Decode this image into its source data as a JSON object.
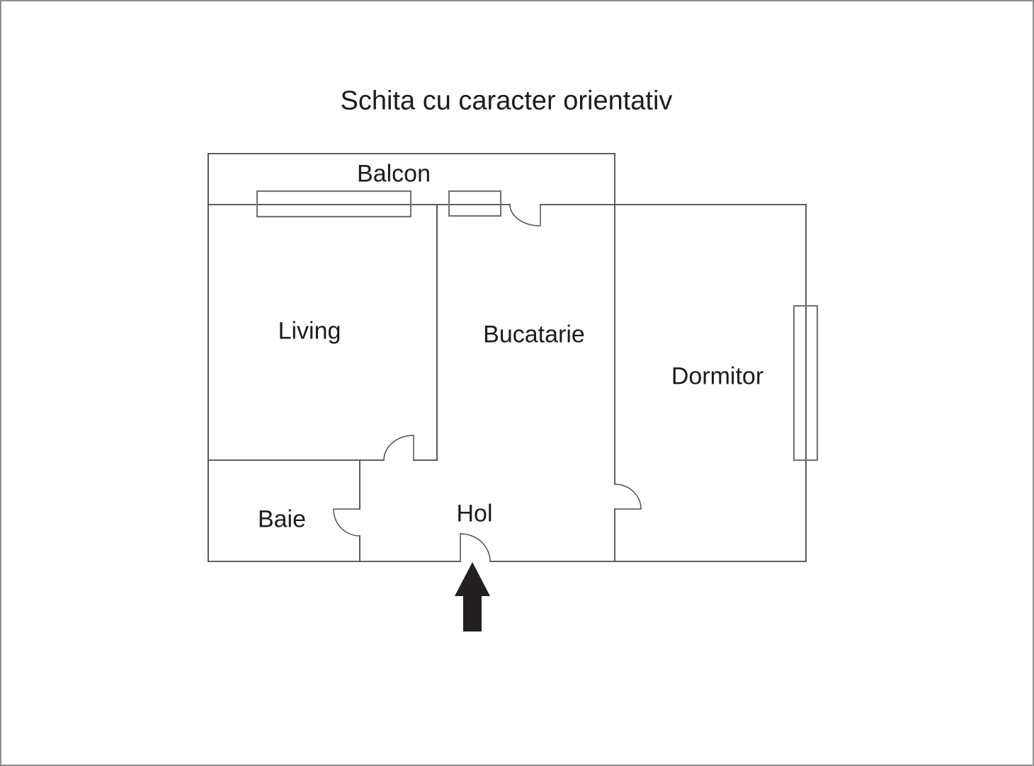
{
  "title": "Schita cu caracter orientativ",
  "rooms": [
    {
      "id": "balcon",
      "label": "Balcon"
    },
    {
      "id": "living",
      "label": "Living"
    },
    {
      "id": "bucatarie",
      "label": "Bucatarie"
    },
    {
      "id": "dormitor",
      "label": "Dormitor"
    },
    {
      "id": "baie",
      "label": "Baie"
    },
    {
      "id": "hol",
      "label": "Hol"
    }
  ],
  "icons": {
    "entrance_arrow": "entrance-arrow-up"
  },
  "colors": {
    "wall": "#494949",
    "window": "#767676",
    "door": "#4f4f4f",
    "arrow": "#241f21",
    "border": "#8f8f8f",
    "text": "#1c1c1c"
  }
}
